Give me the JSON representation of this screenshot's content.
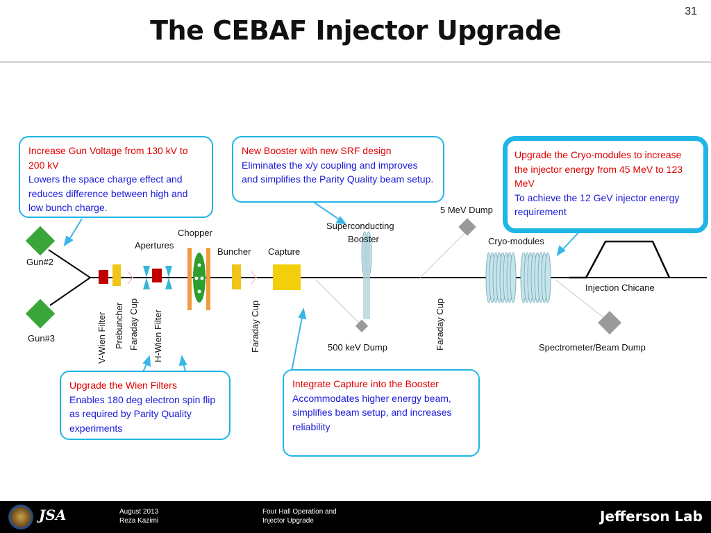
{
  "slide": {
    "number": "31",
    "title": "The CEBAF Injector Upgrade"
  },
  "labels": {
    "gun2": "Gun#2",
    "gun3": "Gun#3",
    "apertures": "Apertures",
    "chopper": "Chopper",
    "buncher": "Buncher",
    "capture": "Capture",
    "superconducting": "Superconducting",
    "booster": "Booster",
    "dump5mev": "5 MeV Dump",
    "cryo_modules": "Cryo-modules",
    "injection_chicane": "Injection Chicane",
    "dump500kev": "500 keV Dump",
    "spectrometer_dump": "Spectrometer/Beam Dump",
    "v_wien": "V-Wien Filter",
    "prebuncher": "Prebuncher",
    "faraday_cup_1": "Faraday Cup",
    "h_wien": "H-Wien Filter",
    "faraday_cup_2": "Faraday Cup",
    "faraday_cup_3": "Faraday Cup"
  },
  "callouts": {
    "gun": {
      "red": "Increase Gun Voltage from 130 kV to 200 kV",
      "blue": "Lowers the space charge effect and reduces difference between high and low bunch charge."
    },
    "booster": {
      "red": "New Booster with new SRF design",
      "blue": "Eliminates the x/y coupling and improves and simplifies the Parity Quality beam setup."
    },
    "cryo": {
      "red": "Upgrade  the Cryo-modules to increase the injector energy from 45 MeV to 123 MeV",
      "blue": "To achieve the 12 GeV injector energy requirement"
    },
    "wien": {
      "red": "Upgrade the Wien Filters",
      "blue": "Enables 180 deg electron spin flip as required by Parity Quality experiments"
    },
    "capture": {
      "red": "Integrate Capture into the Booster",
      "blue": "Accommodates higher energy beam, simplifies beam setup, and increases reliability"
    }
  },
  "footer": {
    "date": "August 2013",
    "author": "Reza Kazimi",
    "talk_line1": "Four Hall Operation and",
    "talk_line2": "Injector Upgrade",
    "logo_left": "JSA",
    "logo_right": "Jefferson Lab"
  },
  "colors": {
    "callout_border": "#1fb5e6",
    "red_text": "#e00000",
    "blue_text": "#1a1adb",
    "gun": "#3aa63a",
    "wien": "#c00000",
    "prebuncher": "#f0c419",
    "chopper_frame": "#f39a3c",
    "cavity": "#c7e4ea",
    "dump": "#9a9a9a"
  }
}
